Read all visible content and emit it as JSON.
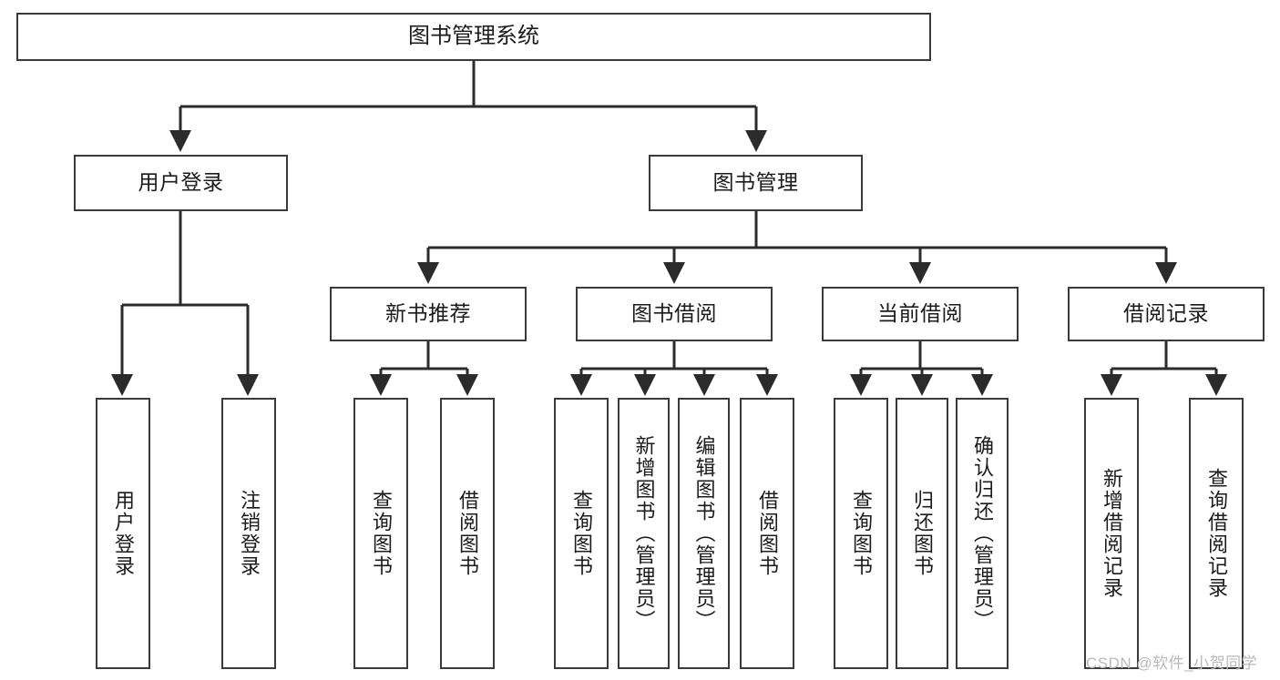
{
  "diagram": {
    "title": "图书管理系统",
    "type": "tree",
    "watermark": "CSDN @软件_小贺同学",
    "colors": {
      "background": "#ffffff",
      "border": "#3a3a3a",
      "text": "#1b1b1b",
      "watermark": "#b9b9b9"
    },
    "nodes": {
      "root": {
        "label": "图书管理系统"
      },
      "level2": [
        {
          "label": "用户登录"
        },
        {
          "label": "图书管理"
        }
      ],
      "level3": [
        {
          "label": "新书推荐"
        },
        {
          "label": "图书借阅"
        },
        {
          "label": "当前借阅"
        },
        {
          "label": "借阅记录"
        }
      ],
      "leaves": {
        "user_login": [
          {
            "label": "用户登录"
          },
          {
            "label": "注销登录"
          }
        ],
        "new_book": [
          {
            "label": "查询图书"
          },
          {
            "label": "借阅图书"
          }
        ],
        "book_borrow": [
          {
            "label": "查询图书"
          },
          {
            "label": "新增图书（管理员）"
          },
          {
            "label": "编辑图书（管理员）"
          },
          {
            "label": "借阅图书"
          }
        ],
        "current_borrow": [
          {
            "label": "查询图书"
          },
          {
            "label": "归还图书"
          },
          {
            "label": "确认归还（管理员）"
          }
        ],
        "borrow_record": [
          {
            "label": "新增借阅记录"
          },
          {
            "label": "查询借阅记录"
          }
        ]
      }
    }
  }
}
